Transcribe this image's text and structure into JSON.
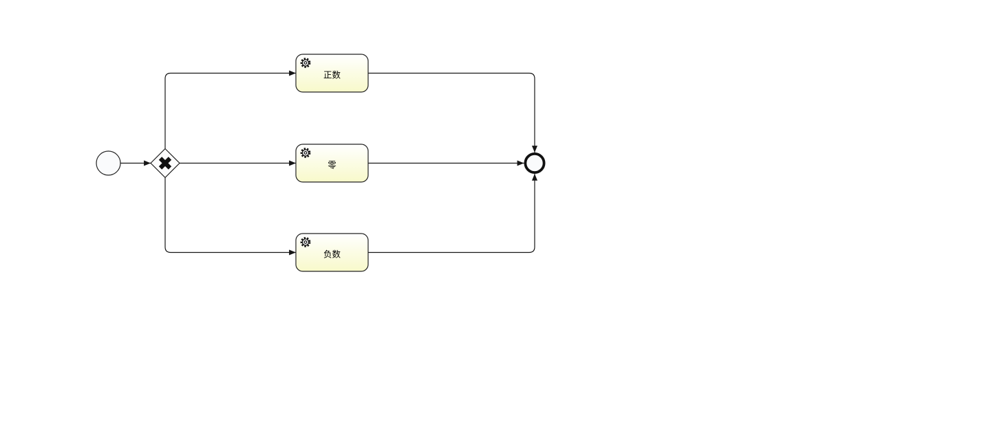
{
  "diagram": {
    "kind": "bpmn-process-diagram",
    "background": "#ffffff",
    "colors": {
      "task_fill_top": "#ffffff",
      "task_fill_bottom": "#f8f9ca",
      "event_fill": "#fafbfc",
      "gateway_fill": "#fcfcfd",
      "node_stroke": "#222222",
      "flow": "#161616",
      "gateway_symbol": "#111111"
    },
    "start_event": {
      "name": "start-event"
    },
    "gateway": {
      "name": "exclusive-gateway",
      "type": "XOR",
      "symbol_icon": "x-cross-icon"
    },
    "tasks": [
      {
        "label": "正数",
        "icon": "gear-icon"
      },
      {
        "label": "零",
        "icon": "gear-icon"
      },
      {
        "label": "负数",
        "icon": "gear-icon"
      }
    ],
    "end_event": {
      "name": "end-event"
    },
    "flows": [
      {
        "from": "start-event",
        "to": "exclusive-gateway"
      },
      {
        "from": "exclusive-gateway",
        "to": "正数"
      },
      {
        "from": "exclusive-gateway",
        "to": "零"
      },
      {
        "from": "exclusive-gateway",
        "to": "负数"
      },
      {
        "from": "正数",
        "to": "end-event"
      },
      {
        "from": "零",
        "to": "end-event"
      },
      {
        "from": "负数",
        "to": "end-event"
      }
    ]
  }
}
